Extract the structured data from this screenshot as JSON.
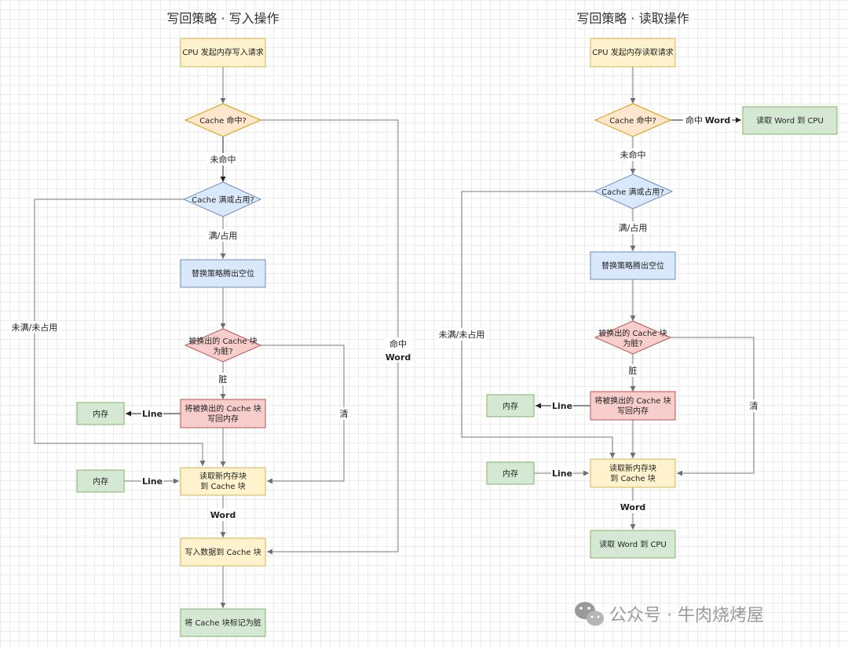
{
  "write": {
    "title": "写回策略 · 写入操作",
    "start": "CPU 发起内存写入请求",
    "hit_q": "Cache 命中?",
    "miss_label": "未命中",
    "full_q": "Cache 满或占用?",
    "full_label": "满/占用",
    "replace": "替换策略腾出空位",
    "dirty_q_l1": "被换出的 Cache 块",
    "dirty_q_l2": "为脏?",
    "dirty_label": "脏",
    "writeback_l1": "将被换出的 Cache 块",
    "writeback_l2": "写回内存",
    "mem1": "内存",
    "line1": "Line",
    "clean_label": "清",
    "notfull_label": "未满/未占用",
    "hit_label": "命中",
    "hit_word": "Word",
    "mem2": "内存",
    "line2": "Line",
    "read_l1": "读取新内存块",
    "read_l2": "到 Cache 块",
    "word_label": "Word",
    "write_data": "写入数据到 Cache 块",
    "mark_dirty": "将 Cache 块标记为脏"
  },
  "read": {
    "title": "写回策略 · 读取操作",
    "start": "CPU 发起内存读取请求",
    "hit_q": "Cache 命中?",
    "hit_label": "命中",
    "hit_word": "Word",
    "hit_result": "读取 Word 到 CPU",
    "miss_label": "未命中",
    "full_q": "Cache 满或占用?",
    "full_label": "满/占用",
    "replace": "替换策略腾出空位",
    "notfull_label": "未满/未占用",
    "dirty_q_l1": "被换出的 Cache 块",
    "dirty_q_l2": "为脏?",
    "dirty_label": "脏",
    "writeback_l1": "将被换出的 Cache 块",
    "writeback_l2": "写回内存",
    "mem1": "内存",
    "line1": "Line",
    "clean_label": "清",
    "mem2": "内存",
    "line2": "Line",
    "read_l1": "读取新内存块",
    "read_l2": "到 Cache 块",
    "word_label": "Word",
    "result": "读取 Word 到 CPU"
  },
  "watermark": "公众号 · 牛肉烧烤屋",
  "colors": {
    "yellow_fill": "#fff2cc",
    "yellow_stroke": "#d6b656",
    "orange_fill": "#ffe6cc",
    "orange_stroke": "#d79b00",
    "blue_fill": "#dae8fc",
    "blue_stroke": "#6c8ebf",
    "red_fill": "#f8cecc",
    "red_stroke": "#b85450",
    "green_fill": "#d5e8d4",
    "green_stroke": "#82b366",
    "edge": "#7a7a7a"
  }
}
